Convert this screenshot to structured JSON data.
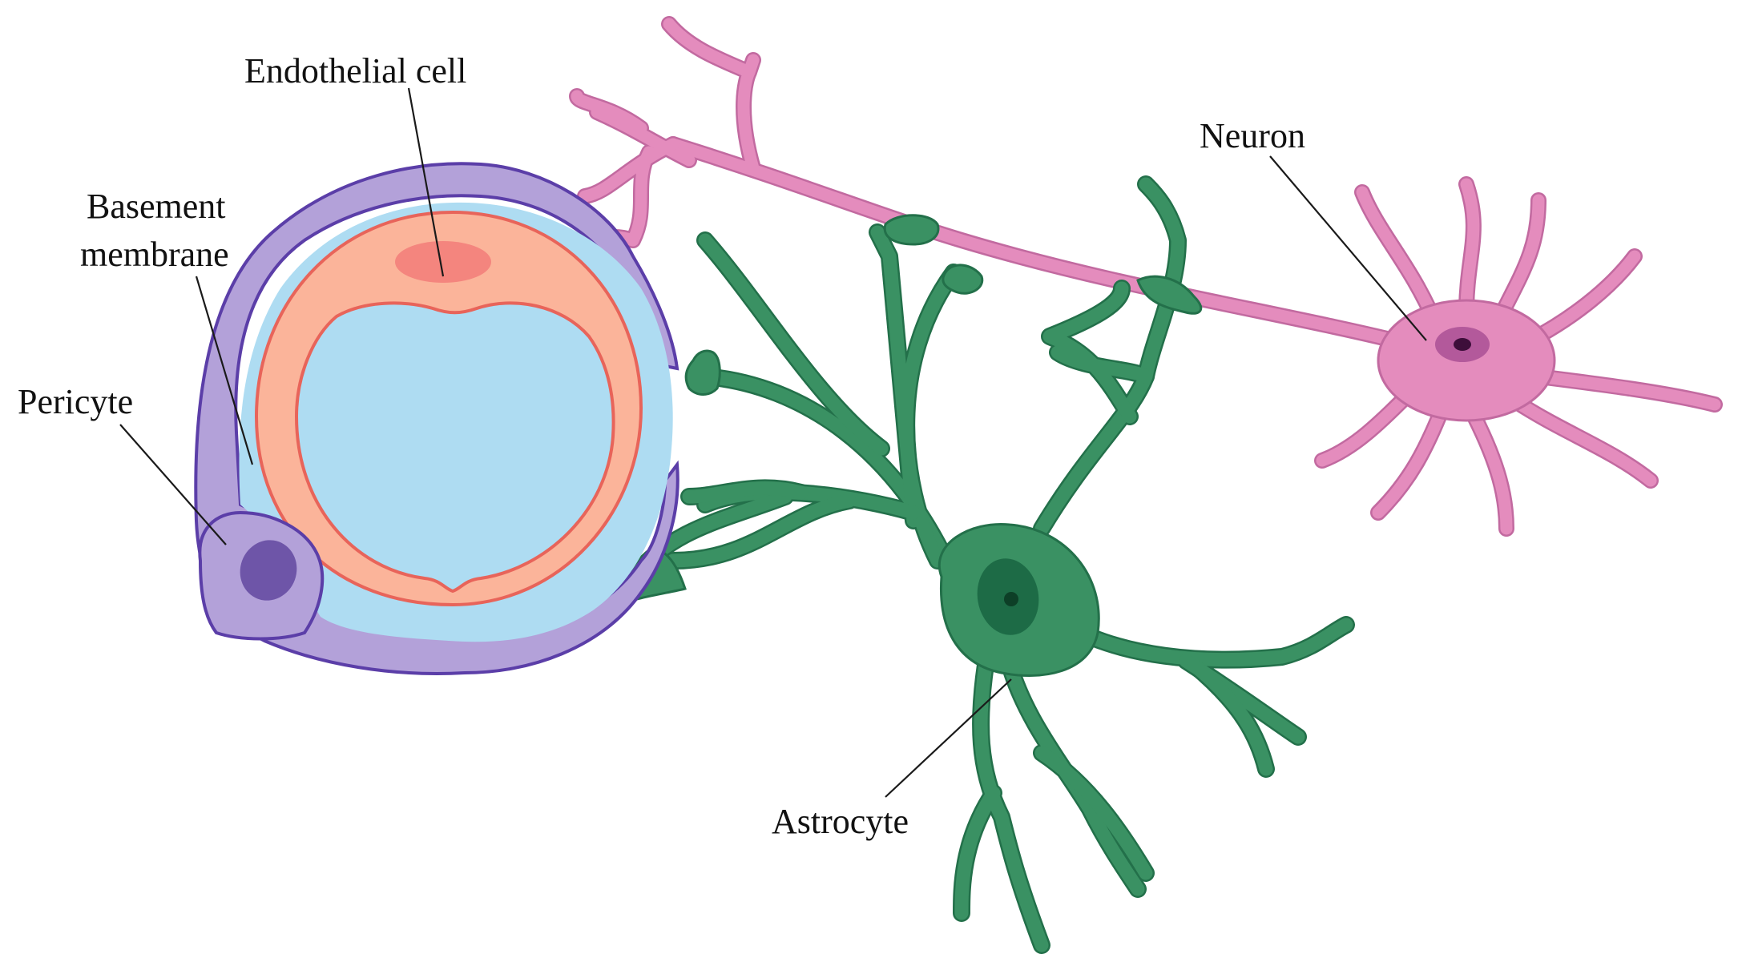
{
  "labels": {
    "endothelial_cell": "Endothelial cell",
    "basement_membrane_line1": "Basement",
    "basement_membrane_line2": "membrane",
    "pericyte": "Pericyte",
    "neuron": "Neuron",
    "astrocyte": "Astrocyte"
  },
  "colors": {
    "pericyte_fill": "#b3a1d9",
    "pericyte_stroke": "#5b3ea8",
    "pericyte_nucleus": "#6e55a8",
    "basement_membrane": "#aedcf2",
    "endothelium_fill": "#fbb49a",
    "endothelium_stroke": "#e8645a",
    "endothelial_nucleus": "#f4857e",
    "astrocyte_fill": "#3a9163",
    "astrocyte_stroke": "#23704a",
    "astrocyte_nucleus": "#1d6b46",
    "neuron_fill": "#e48cbd",
    "neuron_stroke": "#c26aa0",
    "neuron_nucleus": "#8a2f80"
  }
}
